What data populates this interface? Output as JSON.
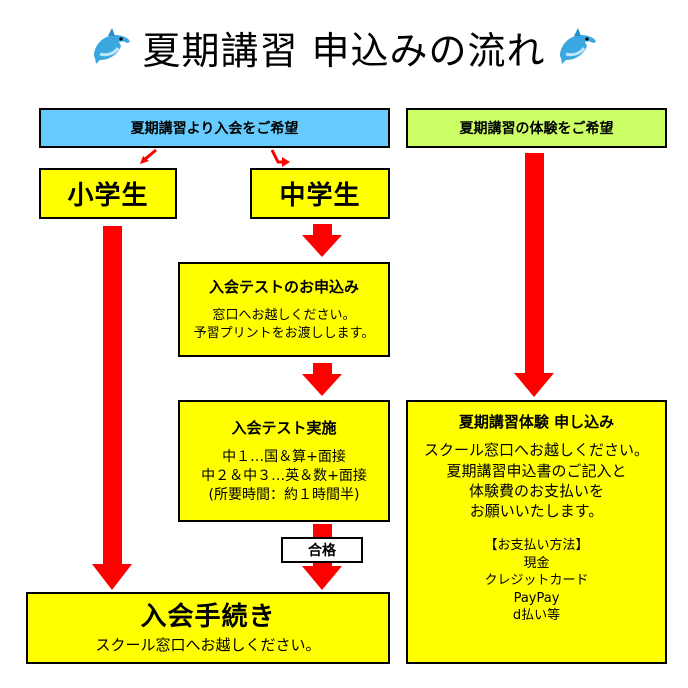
{
  "title": "夏期講習 申込みの流れ",
  "colors": {
    "blue": "#66ccff",
    "green": "#ccff66",
    "yellow": "#ffff00",
    "red": "#ff0000"
  },
  "icons": [
    "dolphin-icon"
  ],
  "left_header": "夏期講習より入会をご希望",
  "right_header": "夏期講習の体験をご希望",
  "elementary": "小学生",
  "junior": "中学生",
  "test_apply": {
    "heading": "入会テストのお申込み",
    "lines": [
      "窓口へお越しください。",
      "予習プリントをお渡しします。"
    ]
  },
  "test_exec": {
    "heading": "入会テスト実施",
    "lines": [
      "中１…国＆算+面接",
      "中２＆中３…英＆数+面接",
      "(所要時間：約１時間半)"
    ]
  },
  "pass_label": "合格",
  "enroll": {
    "heading": "入会手続き",
    "sub": "スクール窓口へお越しください。"
  },
  "trial": {
    "heading": "夏期講習体験  申し込み",
    "lines": [
      "スクール窓口へお越しください。",
      "夏期講習申込書のご記入と",
      "体験費のお支払いを",
      "お願いいたします。"
    ],
    "payment_heading": "【お支払い方法】",
    "payment_methods": [
      "現金",
      "クレジットカード",
      "PayPay",
      "d払い等"
    ]
  }
}
